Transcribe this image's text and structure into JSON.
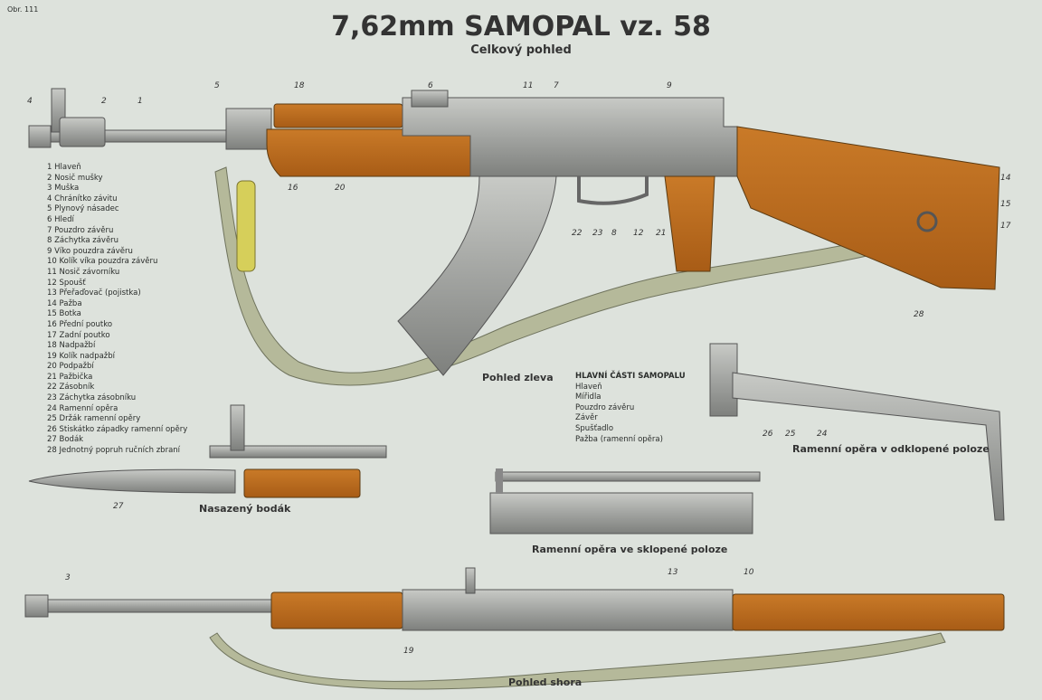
{
  "plate_label": "Obr. 111",
  "title": "7,62mm SAMOPAL vz. 58",
  "subtitle": "Celkový pohled",
  "parts": [
    "1 Hlaveň",
    "2 Nosič mušky",
    "3 Muška",
    "4 Chránítko závitu",
    "5 Plynový násadec",
    "6 Hledí",
    "7 Pouzdro závěru",
    "8 Záchytka závěru",
    "9 Víko pouzdra závěru",
    "10 Kolík víka pouzdra závěru",
    "11 Nosič závorníku",
    "12 Spoušť",
    "13 Přeřaďovač (pojistka)",
    "14 Pažba",
    "15 Botka",
    "16 Přední poutko",
    "17 Zadní poutko",
    "18 Nadpažbí",
    "19 Kolík nadpažbí",
    "20 Podpažbí",
    "21 Pažbička",
    "22 Zásobník",
    "23 Záchytka zásobníku",
    "24 Ramenní opěra",
    "25 Držák ramenní opěry",
    "26 Stiskátko západky ramenní opěry",
    "27 Bodák",
    "28 Jednotný popruh ručních zbraní"
  ],
  "main_parts": {
    "heading": "HLAVNÍ ČÁSTI SAMOPALU",
    "items": [
      "Hlaveň",
      "Mířidla",
      "Pouzdro závěru",
      "Závěr",
      "Spušťadlo",
      "Pažba (ramenní opěra)"
    ]
  },
  "captions": {
    "left_view": "Pohled zleva",
    "bayonet": "Nasazený bodák",
    "stock_unfolded": "Ramenní opěra v odklopené poloze",
    "stock_folded": "Ramenní opěra ve sklopené poloze",
    "top_view": "Pohled shora"
  },
  "callouts": {
    "side": [
      "4",
      "2",
      "1",
      "5",
      "18",
      "6",
      "11",
      "7",
      "9",
      "16",
      "20",
      "22",
      "23",
      "8",
      "12",
      "21",
      "14",
      "15",
      "17",
      "28"
    ],
    "bayonet": [
      "27"
    ],
    "stock": [
      "26",
      "25",
      "24"
    ],
    "top": [
      "3",
      "19",
      "13",
      "10"
    ]
  },
  "colors": {
    "background": "#dde2dc",
    "wood": "#b8681c",
    "metal": "#a3a5a2",
    "sling": "#b5b99a",
    "sling_tab": "#d6cf5a"
  }
}
